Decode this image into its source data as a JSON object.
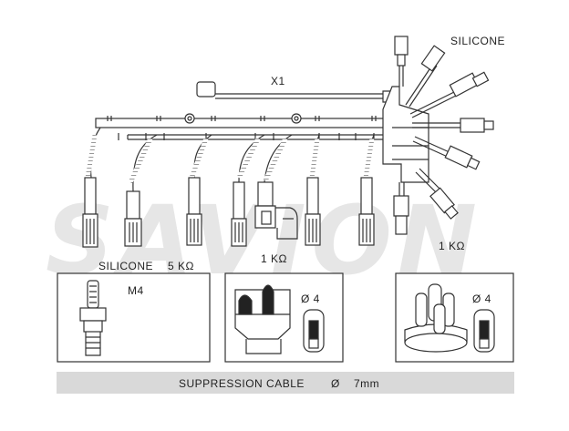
{
  "labels": {
    "silicone_top": "SILICONE",
    "x1": "X1",
    "one_k_right": "1 KΩ",
    "one_k_center": "1 KΩ",
    "silicone_bottom": "SILICONE",
    "five_k": "5 KΩ",
    "m4": "M4",
    "phi4_a": "Ø 4",
    "phi4_b": "Ø 4"
  },
  "watermark": "SAVION",
  "footer": {
    "text": "SUPPRESSION CABLE",
    "diameter_symbol": "Ø",
    "diameter": "7mm"
  },
  "colors": {
    "line": "#333333",
    "footer_bg": "#d9d9d9",
    "watermark": "#e6e6e6"
  }
}
